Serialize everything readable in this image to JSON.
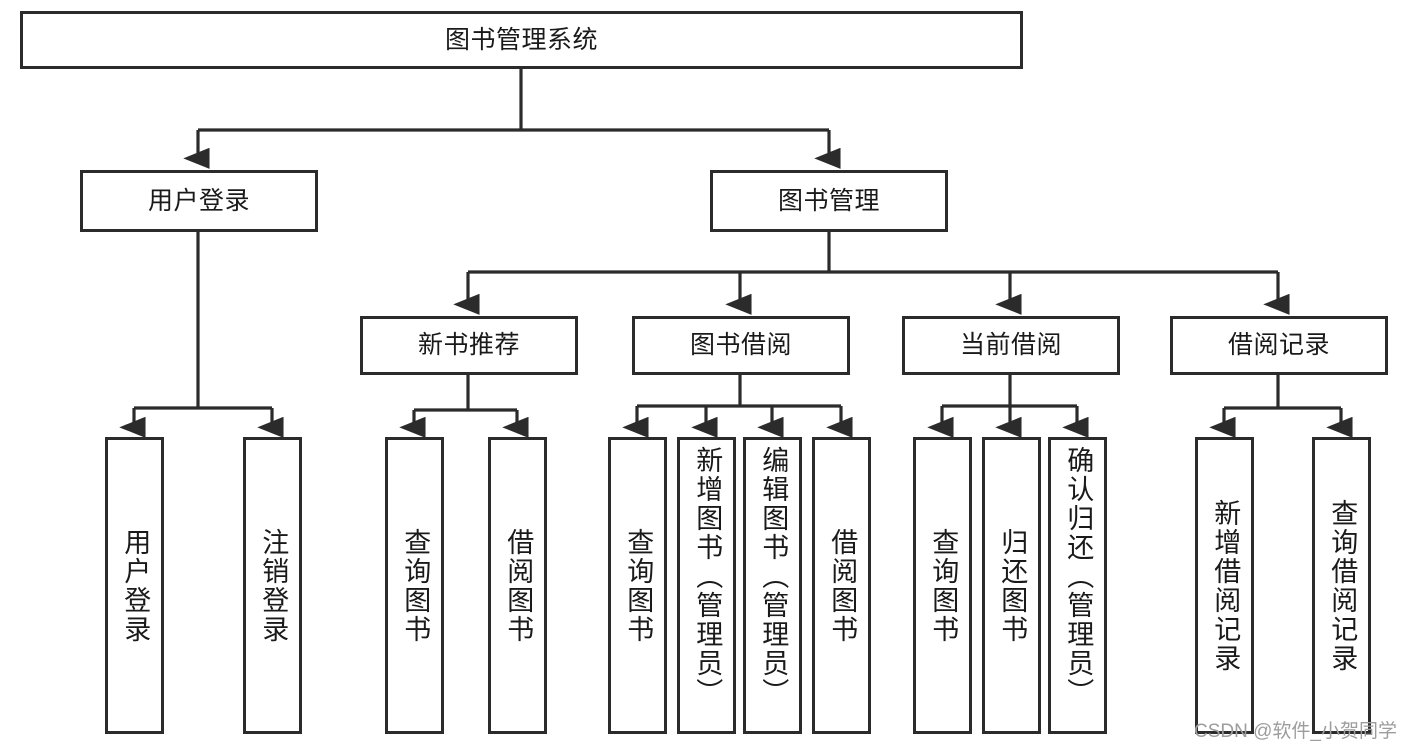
{
  "diagram": {
    "type": "tree-hierarchy",
    "title": "图书管理系统",
    "watermark": "CSDN @软件_小贺同学",
    "colors": {
      "box_border": "#2b2b2b",
      "box_fill": "#ffffff",
      "connector": "#2b2b2b",
      "text": "#1a1a1a",
      "watermark": "#9d9d9d",
      "background": "#ffffff"
    },
    "nodes": {
      "root": {
        "label": "图书管理系统",
        "level": 1
      },
      "l2": [
        {
          "id": "user_login",
          "label": "用户登录",
          "level": 2
        },
        {
          "id": "book_manage",
          "label": "图书管理",
          "level": 2
        }
      ],
      "l3": [
        {
          "id": "new_book_rec",
          "label": "新书推荐",
          "level": 3,
          "parent": "book_manage"
        },
        {
          "id": "book_borrow",
          "label": "图书借阅",
          "level": 3,
          "parent": "book_manage"
        },
        {
          "id": "current_borrow",
          "label": "当前借阅",
          "level": 3,
          "parent": "book_manage"
        },
        {
          "id": "borrow_record",
          "label": "借阅记录",
          "level": 3,
          "parent": "book_manage"
        }
      ],
      "leaves": [
        {
          "id": "leaf_user_login",
          "label": "用户登录",
          "parent": "user_login"
        },
        {
          "id": "leaf_user_logout",
          "label": "注销登录",
          "parent": "user_login"
        },
        {
          "id": "leaf_rec_query",
          "label": "查询图书",
          "parent": "new_book_rec"
        },
        {
          "id": "leaf_rec_borrow",
          "label": "借阅图书",
          "parent": "new_book_rec"
        },
        {
          "id": "leaf_borrow_query",
          "label": "查询图书",
          "parent": "book_borrow"
        },
        {
          "id": "leaf_borrow_add",
          "label": "新增图书（管理员）",
          "parent": "book_borrow"
        },
        {
          "id": "leaf_borrow_edit",
          "label": "编辑图书（管理员）",
          "parent": "book_borrow"
        },
        {
          "id": "leaf_borrow_do",
          "label": "借阅图书",
          "parent": "book_borrow"
        },
        {
          "id": "leaf_cur_query",
          "label": "查询图书",
          "parent": "current_borrow"
        },
        {
          "id": "leaf_cur_return",
          "label": "归还图书",
          "parent": "current_borrow"
        },
        {
          "id": "leaf_cur_confirm",
          "label": "确认归还（管理员）",
          "parent": "current_borrow"
        },
        {
          "id": "leaf_rec_add",
          "label": "新增借阅记录",
          "parent": "borrow_record"
        },
        {
          "id": "leaf_rec_search",
          "label": "查询借阅记录",
          "parent": "borrow_record"
        }
      ]
    }
  }
}
